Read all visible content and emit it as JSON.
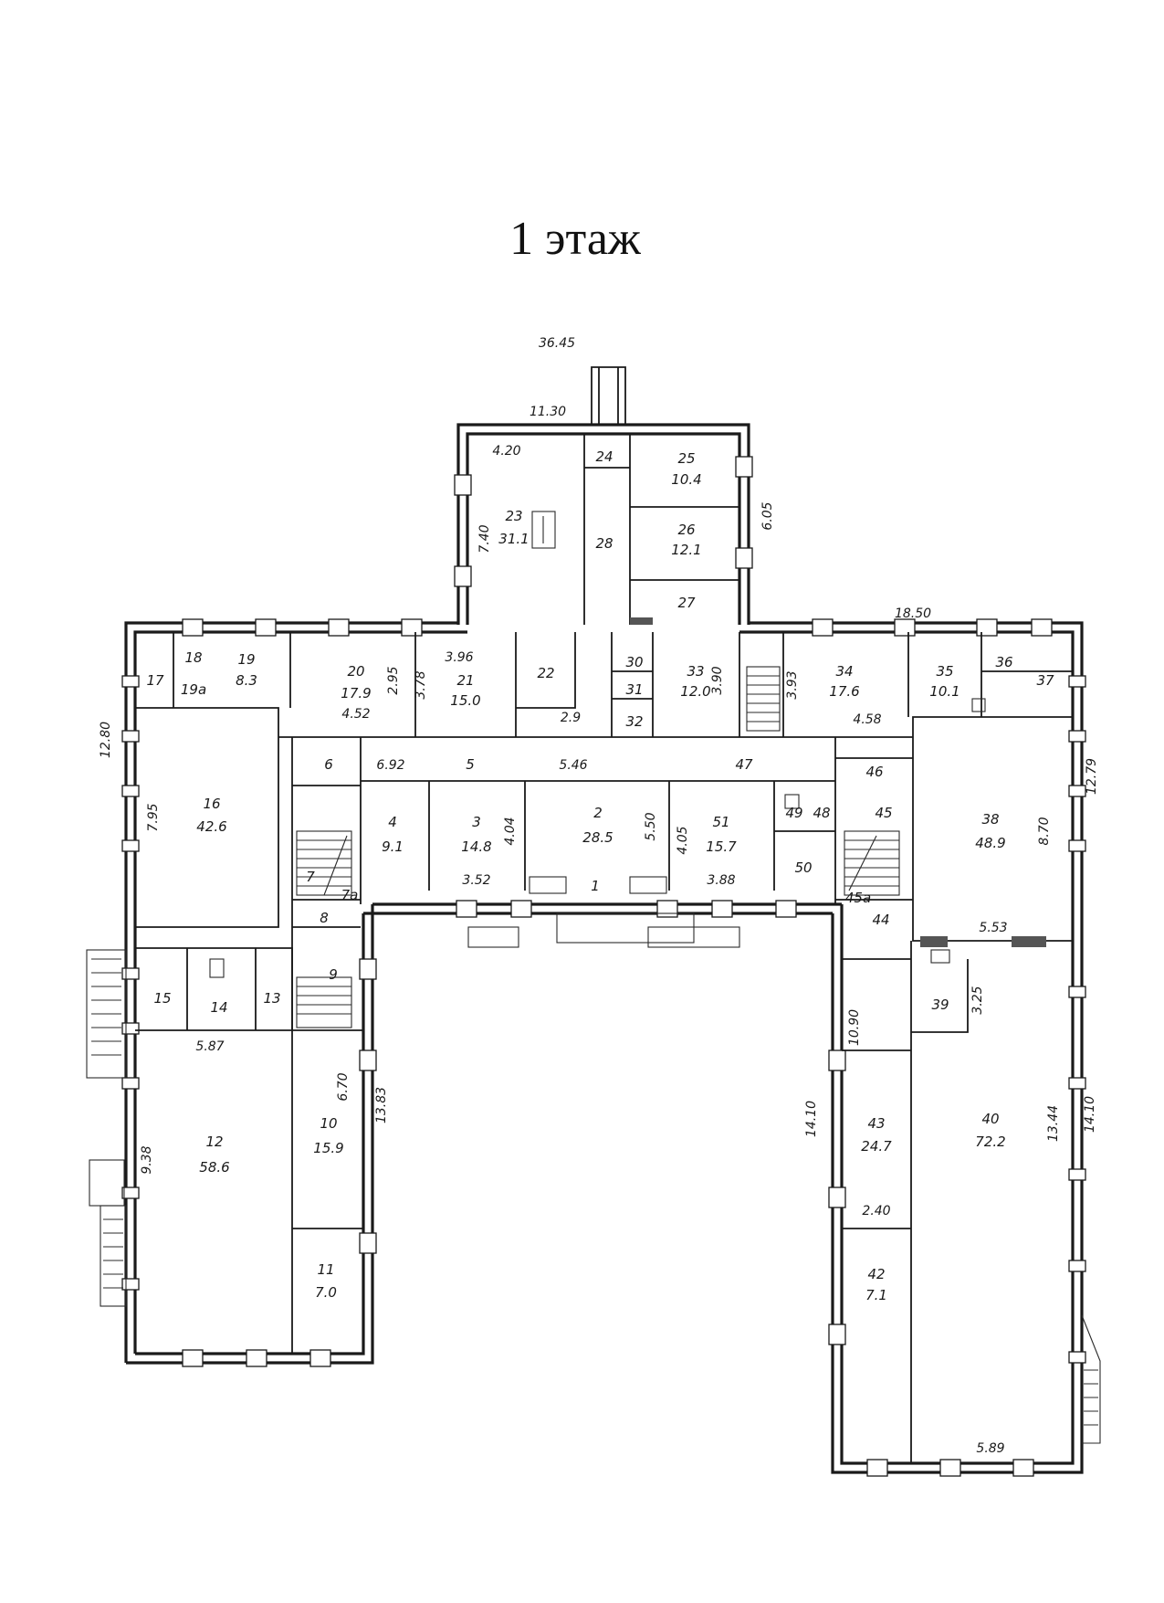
{
  "title": "1 этаж",
  "dimensions": [
    {
      "id": "d1",
      "text": "36.45"
    },
    {
      "id": "d2",
      "text": "11.30"
    },
    {
      "id": "d3",
      "text": "4.20"
    },
    {
      "id": "d4",
      "text": "6.05"
    },
    {
      "id": "d5",
      "text": "7.40"
    },
    {
      "id": "d6",
      "text": "18.50"
    },
    {
      "id": "d7",
      "text": "12.80"
    },
    {
      "id": "d8",
      "text": "12.79"
    },
    {
      "id": "d9",
      "text": "7.95"
    },
    {
      "id": "d10",
      "text": "2.95"
    },
    {
      "id": "d11",
      "text": "3.78"
    },
    {
      "id": "d12",
      "text": "3.96"
    },
    {
      "id": "d13",
      "text": "4.52"
    },
    {
      "id": "d14",
      "text": "2.9"
    },
    {
      "id": "d15",
      "text": "3.93"
    },
    {
      "id": "d16",
      "text": "4.58"
    },
    {
      "id": "d17",
      "text": "3.90"
    },
    {
      "id": "d18",
      "text": "6.92"
    },
    {
      "id": "d19",
      "text": "5.46"
    },
    {
      "id": "d20",
      "text": "3.52"
    },
    {
      "id": "d21",
      "text": "4.04"
    },
    {
      "id": "d22",
      "text": "5.50"
    },
    {
      "id": "d23",
      "text": "4.05"
    },
    {
      "id": "d24",
      "text": "3.88"
    },
    {
      "id": "d25",
      "text": "8.70"
    },
    {
      "id": "d26",
      "text": "5.53"
    },
    {
      "id": "d27",
      "text": "5.87"
    },
    {
      "id": "d28",
      "text": "6.70"
    },
    {
      "id": "d29",
      "text": "13.83"
    },
    {
      "id": "d30",
      "text": "9.38"
    },
    {
      "id": "d31",
      "text": "3.25"
    },
    {
      "id": "d32",
      "text": "10.90"
    },
    {
      "id": "d33",
      "text": "14.10"
    },
    {
      "id": "d34",
      "text": "13.44"
    },
    {
      "id": "d35",
      "text": "14.10"
    },
    {
      "id": "d36",
      "text": "2.40"
    },
    {
      "id": "d37",
      "text": "5.89"
    }
  ],
  "rooms": [
    {
      "id": "r23",
      "num": "23",
      "area": "31.1"
    },
    {
      "id": "r24",
      "num": "24",
      "area": ""
    },
    {
      "id": "r28",
      "num": "28",
      "area": ""
    },
    {
      "id": "r25",
      "num": "25",
      "area": "10.4"
    },
    {
      "id": "r26",
      "num": "26",
      "area": "12.1"
    },
    {
      "id": "r27",
      "num": "27",
      "area": ""
    },
    {
      "id": "r17",
      "num": "17",
      "area": ""
    },
    {
      "id": "r18",
      "num": "18",
      "area": ""
    },
    {
      "id": "r19a",
      "num": "19a",
      "area": ""
    },
    {
      "id": "r19",
      "num": "19",
      "area": "8.3"
    },
    {
      "id": "r20",
      "num": "20",
      "area": "17.9"
    },
    {
      "id": "r21",
      "num": "21",
      "area": "15.0"
    },
    {
      "id": "r22",
      "num": "22",
      "area": ""
    },
    {
      "id": "r30",
      "num": "30",
      "area": ""
    },
    {
      "id": "r31",
      "num": "31",
      "area": ""
    },
    {
      "id": "r32",
      "num": "32",
      "area": ""
    },
    {
      "id": "r33",
      "num": "33",
      "area": "12.0"
    },
    {
      "id": "r34",
      "num": "34",
      "area": "17.6"
    },
    {
      "id": "r35",
      "num": "35",
      "area": "10.1"
    },
    {
      "id": "r36",
      "num": "36",
      "area": ""
    },
    {
      "id": "r37",
      "num": "37",
      "area": ""
    },
    {
      "id": "r16",
      "num": "16",
      "area": "42.6"
    },
    {
      "id": "r6",
      "num": "6",
      "area": ""
    },
    {
      "id": "r5",
      "num": "5",
      "area": ""
    },
    {
      "id": "r4",
      "num": "4",
      "area": "9.1"
    },
    {
      "id": "r3",
      "num": "3",
      "area": "14.8"
    },
    {
      "id": "r2",
      "num": "2",
      "area": "28.5"
    },
    {
      "id": "r1",
      "num": "1",
      "area": ""
    },
    {
      "id": "r7",
      "num": "7",
      "area": ""
    },
    {
      "id": "r7a",
      "num": "7a",
      "area": ""
    },
    {
      "id": "r8",
      "num": "8",
      "area": ""
    },
    {
      "id": "r47",
      "num": "47",
      "area": ""
    },
    {
      "id": "r51",
      "num": "51",
      "area": "15.7"
    },
    {
      "id": "r49",
      "num": "49",
      "area": ""
    },
    {
      "id": "r48",
      "num": "48",
      "area": ""
    },
    {
      "id": "r50",
      "num": "50",
      "area": ""
    },
    {
      "id": "r46",
      "num": "46",
      "area": ""
    },
    {
      "id": "r45",
      "num": "45",
      "area": ""
    },
    {
      "id": "r45a",
      "num": "45a",
      "area": ""
    },
    {
      "id": "r44",
      "num": "44",
      "area": ""
    },
    {
      "id": "r38",
      "num": "38",
      "area": "48.9"
    },
    {
      "id": "r15",
      "num": "15",
      "area": ""
    },
    {
      "id": "r14",
      "num": "14",
      "area": ""
    },
    {
      "id": "r13",
      "num": "13",
      "area": ""
    },
    {
      "id": "r9",
      "num": "9",
      "area": ""
    },
    {
      "id": "r12",
      "num": "12",
      "area": "58.6"
    },
    {
      "id": "r10",
      "num": "10",
      "area": "15.9"
    },
    {
      "id": "r11",
      "num": "11",
      "area": "7.0"
    },
    {
      "id": "r39",
      "num": "39",
      "area": ""
    },
    {
      "id": "r43",
      "num": "43",
      "area": "24.7"
    },
    {
      "id": "r40",
      "num": "40",
      "area": "72.2"
    },
    {
      "id": "r42",
      "num": "42",
      "area": "7.1"
    }
  ]
}
